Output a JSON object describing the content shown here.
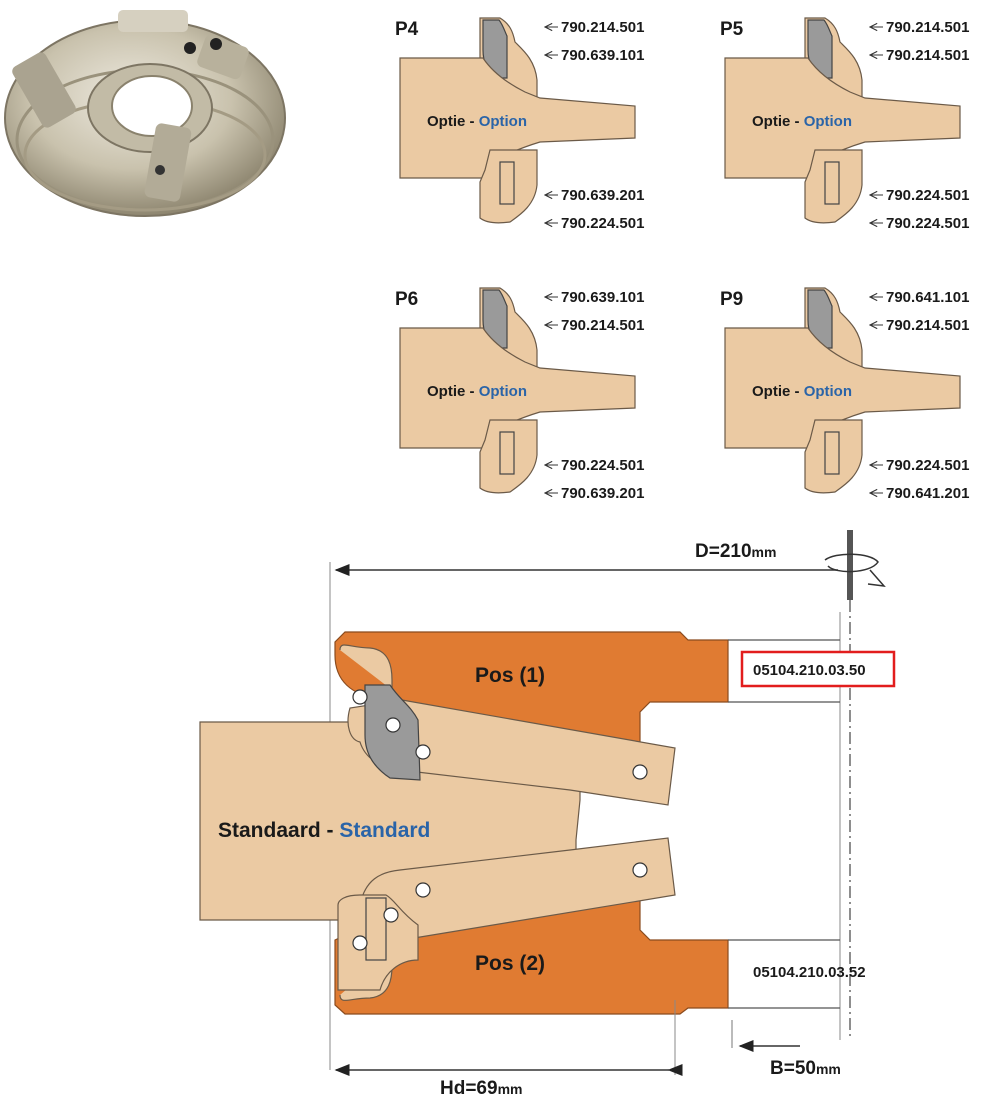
{
  "colors": {
    "wood": "#ebcaa3",
    "wood_stroke": "#6b5a48",
    "knife": "#9a9a9a",
    "body_orange": "#e07b32",
    "blue": "#2a64a8",
    "highlight": "#e21d1d"
  },
  "profiles": [
    {
      "title": "P4",
      "option_nl": "Optie",
      "option_en": "Option",
      "refs": [
        "790.214.501",
        "790.639.101",
        "790.639.201",
        "790.224.501"
      ]
    },
    {
      "title": "P5",
      "option_nl": "Optie",
      "option_en": "Option",
      "refs": [
        "790.214.501",
        "790.214.501",
        "790.224.501",
        "790.224.501"
      ]
    },
    {
      "title": "P6",
      "option_nl": "Optie",
      "option_en": "Option",
      "refs": [
        "790.639.101",
        "790.214.501",
        "790.224.501",
        "790.639.201"
      ]
    },
    {
      "title": "P9",
      "option_nl": "Optie",
      "option_en": "Option",
      "refs": [
        "790.641.101",
        "790.214.501",
        "790.224.501",
        "790.641.201"
      ]
    }
  ],
  "main": {
    "diameter_label": "D=210",
    "diameter_unit": "mm",
    "standard_nl": "Standaard",
    "standard_en": "Standard",
    "pos1_label": "Pos (1)",
    "pos2_label": "Pos (2)",
    "code_pos1": "05104.210.03.50",
    "code_pos2": "05104.210.03.52",
    "hd_label": "Hd=69",
    "hd_unit": "mm",
    "b_label": "B=50",
    "b_unit": "mm"
  },
  "separator": " - "
}
